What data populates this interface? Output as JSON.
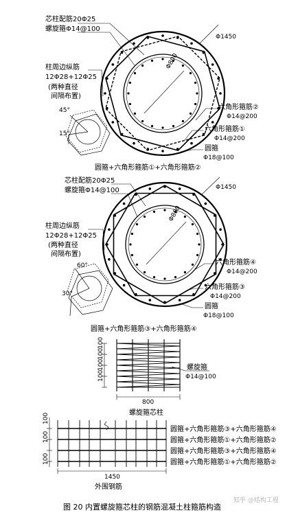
{
  "diagram1": {
    "core_bars": "芯柱配筋20Φ25",
    "spiral": "螺旋箍Φ14@100",
    "diam_outer": "Φ1450",
    "diam_core": "Φ800",
    "perimeter_bars_title": "柱周边纵筋",
    "perimeter_bars_spec": "12Φ28+12Φ25",
    "perimeter_bars_note1": "(两种直径",
    "perimeter_bars_note2": "间隔布置)",
    "angle_a": "45°",
    "angle_b": "15°",
    "hex2_title": "六角形箍筋②",
    "hex2_spec": "Φ14@200",
    "hex1_title": "六角形箍筋①",
    "hex1_spec": "Φ14@200",
    "circ_title": "圆箍",
    "circ_spec": "Φ18@100",
    "caption": "圆箍+六角形箍筋①+六角形箍筋②"
  },
  "diagram2": {
    "core_bars": "芯柱配筋20Φ25",
    "spiral": "螺旋箍Φ14@100",
    "diam_outer": "Φ1450",
    "diam_core": "Φ800",
    "perimeter_bars_title": "柱周边纵筋",
    "perimeter_bars_spec": "12Φ28+12Φ25",
    "perimeter_bars_note1": "(两种直径",
    "perimeter_bars_note2": "间隔布置)",
    "angle_a": "60°",
    "angle_b": "30°",
    "hex4_title": "六角形箍筋④",
    "hex4_spec": "Φ14@200",
    "hex3_title": "六角形箍筋③",
    "hex3_spec": "Φ14@200",
    "circ_title": "圆箍",
    "circ_spec": "Φ18@100",
    "caption": "圆箍+六角形箍筋③+六角形箍筋④"
  },
  "spiral_core": {
    "dim_pitch": "100",
    "spiral_title": "螺旋箍",
    "spiral_spec": "Φ14@100",
    "width": "800",
    "caption": "螺旋箍芯柱"
  },
  "outer": {
    "dim_pitch": "100",
    "width": "1450",
    "rows": [
      "圆箍+六角形箍筋③+六角形箍筋④",
      "圆箍+六角形箍筋①+六角形箍筋②",
      "圆箍+六角形箍筋③+六角形箍筋④",
      "圆箍+六角形箍筋①+六角形箍筋②"
    ],
    "caption": "外围钢筋"
  },
  "figure_caption": "图 20   内置螺旋箍芯柱的钢筋混凝土柱箍筋构造",
  "watermark": "知乎 @结构工程"
}
